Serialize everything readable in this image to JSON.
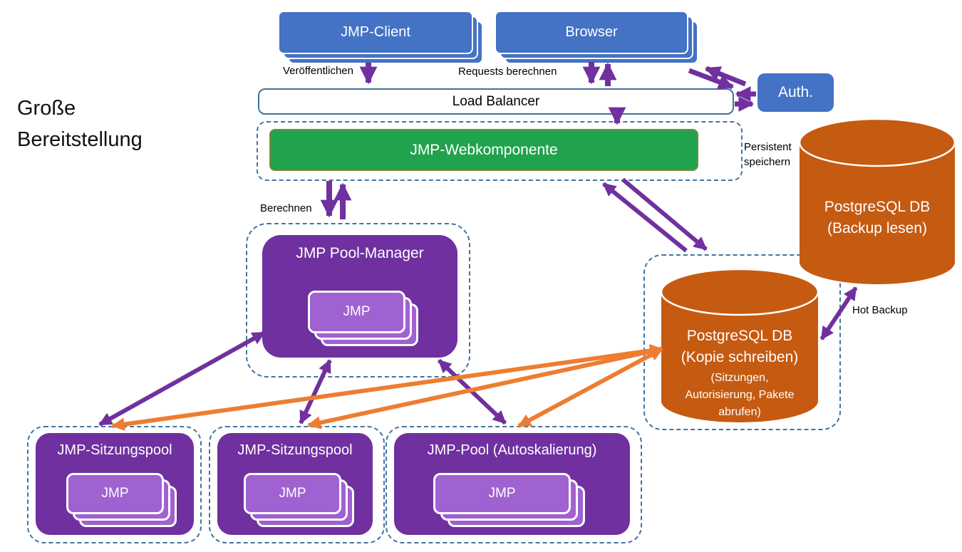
{
  "title": {
    "line1": "Große",
    "line2": "Bereitstellung"
  },
  "nodes": {
    "jmp_client": {
      "label": "JMP-Client"
    },
    "browser": {
      "label": "Browser"
    },
    "load_balancer": {
      "label": "Load Balancer"
    },
    "auth": {
      "label": "Auth."
    },
    "webkomponente": {
      "label": "JMP-Webkomponente"
    },
    "pool_manager": {
      "label": "JMP Pool-Manager",
      "jmp_label": "JMP"
    },
    "db_backup": {
      "line1": "PostgreSQL DB",
      "line2": "(Backup lesen)"
    },
    "db_copy": {
      "line1": "PostgreSQL DB",
      "line2": "(Kopie schreiben)",
      "line3": "(Sitzungen,",
      "line4": "Autorisierung, Pakete",
      "line5": "abrufen)"
    },
    "pools": [
      {
        "label": "JMP-Sitzungspool",
        "jmp_label": "JMP"
      },
      {
        "label": "JMP-Sitzungspool",
        "jmp_label": "JMP"
      },
      {
        "label": "JMP-Pool (Autoskalierung)",
        "jmp_label": "JMP"
      }
    ]
  },
  "edge_labels": {
    "publish": "Veröffentlichen",
    "requests": "Requests berechnen",
    "compute": "Berechnen",
    "persist_line1": "Persistent",
    "persist_line2": "speichern",
    "hot_backup": "Hot Backup"
  },
  "edges": [
    {
      "from": "JMP-Client",
      "to": "Load Balancer",
      "label": "Veröffentlichen",
      "color": "#7030A0",
      "direction": "one-way"
    },
    {
      "from": "Browser",
      "to": "Load Balancer",
      "label": "Requests berechnen",
      "color": "#7030A0",
      "direction": "two-way"
    },
    {
      "from": "Browser",
      "to": "Auth.",
      "color": "#7030A0",
      "direction": "two-way"
    },
    {
      "from": "Load Balancer",
      "to": "Auth.",
      "color": "#7030A0",
      "direction": "two-way"
    },
    {
      "from": "Load Balancer",
      "to": "JMP-Webkomponente",
      "color": "#7030A0",
      "direction": "one-way"
    },
    {
      "from": "JMP-Webkomponente",
      "to": "JMP Pool-Manager",
      "label": "Berechnen",
      "color": "#7030A0",
      "direction": "two-way"
    },
    {
      "from": "JMP-Webkomponente",
      "to": "PostgreSQL DB (Kopie schreiben)",
      "label": "Persistent speichern",
      "color": "#7030A0",
      "direction": "two-way"
    },
    {
      "from": "JMP Pool-Manager",
      "to": "JMP-Sitzungspool (1)",
      "color": "#7030A0",
      "direction": "two-way"
    },
    {
      "from": "JMP Pool-Manager",
      "to": "JMP-Sitzungspool (2)",
      "color": "#7030A0",
      "direction": "two-way"
    },
    {
      "from": "JMP Pool-Manager",
      "to": "JMP-Pool (Autoskalierung)",
      "color": "#7030A0",
      "direction": "two-way"
    },
    {
      "from": "PostgreSQL DB (Kopie schreiben)",
      "to": "JMP-Sitzungspool (1)",
      "color": "#ED7D31",
      "direction": "two-way"
    },
    {
      "from": "PostgreSQL DB (Kopie schreiben)",
      "to": "JMP-Sitzungspool (2)",
      "color": "#ED7D31",
      "direction": "two-way"
    },
    {
      "from": "PostgreSQL DB (Kopie schreiben)",
      "to": "JMP-Pool (Autoskalierung)",
      "color": "#ED7D31",
      "direction": "two-way"
    },
    {
      "from": "PostgreSQL DB (Kopie schreiben)",
      "to": "PostgreSQL DB (Backup lesen)",
      "label": "Hot Backup",
      "color": "#7030A0",
      "direction": "two-way"
    }
  ],
  "colors": {
    "blue": "#4472C4",
    "blue_border": "#41719C",
    "green": "#21A24D",
    "purple": "#7030A0",
    "light_purple": "#A061D1",
    "db_orange": "#C55A11",
    "arrow_orange": "#ED7D31",
    "arrow_purple": "#7030A0",
    "dashed_border": "#44749E"
  }
}
